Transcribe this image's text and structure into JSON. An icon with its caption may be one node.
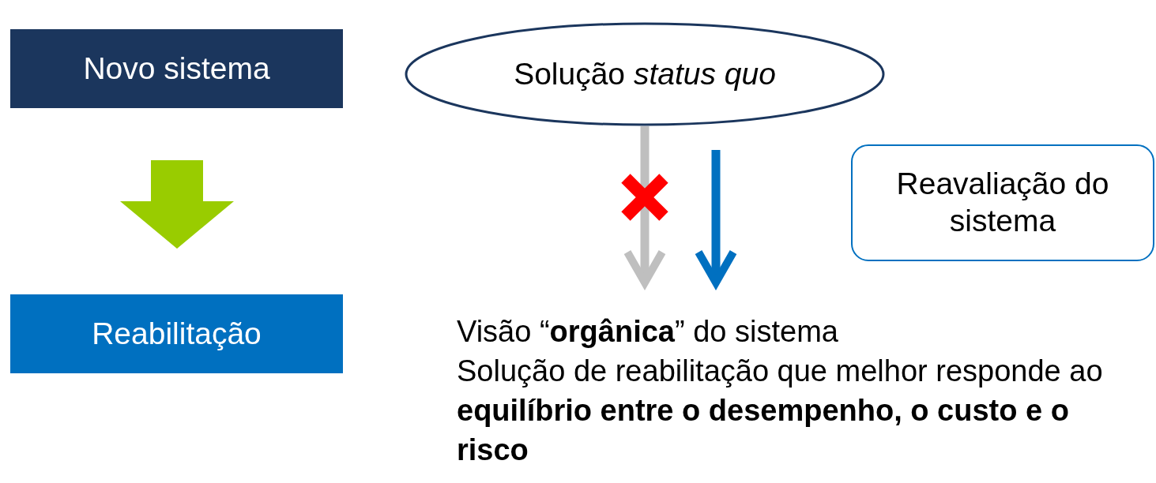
{
  "diagram": {
    "nodes": [
      {
        "text": [
          "Novo sistema"
        ]
      },
      {
        "text": [
          "Reabilitação"
        ]
      },
      {
        "text": [
          "Solução *status quo*"
        ]
      },
      {
        "text": [
          "Reavaliação do sistema"
        ]
      },
      {
        "text": [
          "Visão “**orgânica**” do sistema",
          "Solução de reabilitação que melhor responde ao **equilíbrio entre o desempenho, o custo e o risco**"
        ]
      }
    ],
    "edges": [
      {
        "from": 0,
        "to": 1,
        "arrow": "to",
        "style": "thick",
        "color": "#99cc00"
      },
      {
        "from": 2,
        "to": 4,
        "arrow": "to",
        "color": "#bfbfbf"
      },
      {
        "from": 2,
        "to": 4,
        "arrow": "to",
        "color": "#0070c0"
      }
    ]
  }
}
